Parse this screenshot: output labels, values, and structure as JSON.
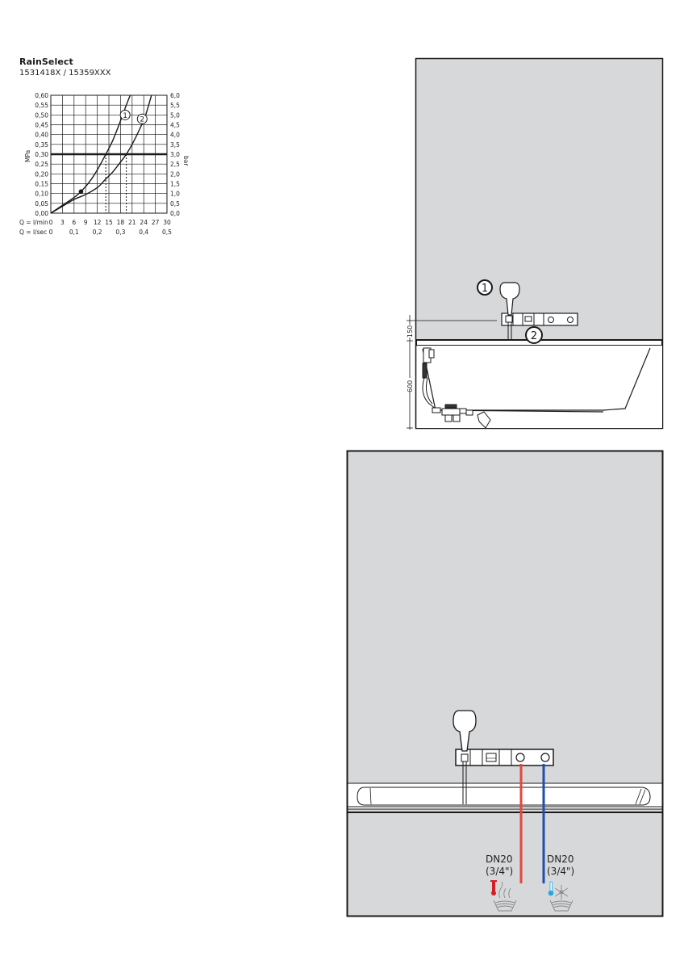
{
  "header": {
    "title": "RainSelect",
    "subtitle": "1531418X / 15359XXX"
  },
  "chart_data": {
    "type": "line",
    "title": "RainSelect 1531418X / 15359XXX",
    "xlabel": "Q = l/min",
    "xlabel_secondary": "Q = l/sec",
    "ylabel": "MPa",
    "ylabel_secondary": "bar",
    "xlim": [
      0,
      30
    ],
    "ylim": [
      0,
      0.6
    ],
    "x_ticks": [
      "0",
      "3",
      "6",
      "9",
      "12",
      "15",
      "18",
      "21",
      "24",
      "27",
      "30"
    ],
    "x_ticks_secondary": [
      "0",
      "0,1",
      "0,2",
      "0,3",
      "0,4",
      "0,5"
    ],
    "y_ticks": [
      "0,00",
      "0,05",
      "0,10",
      "0,15",
      "0,20",
      "0,25",
      "0,30",
      "0,35",
      "0,40",
      "0,45",
      "0,50",
      "0,55",
      "0,60"
    ],
    "y_ticks_secondary": [
      "0,0",
      "0,5",
      "1,0",
      "1,5",
      "2,0",
      "2,5",
      "3,0",
      "3,5",
      "4,0",
      "4,5",
      "5,0",
      "5,5",
      "6,0"
    ],
    "grid": true,
    "reference_line": {
      "y": 0.3,
      "label": "0,30 MPa / 3,0 bar"
    },
    "series": [
      {
        "name": "1",
        "x": [
          0,
          3,
          6,
          7.8,
          10,
          12,
          14.2,
          16,
          18,
          19.5,
          20.5
        ],
        "y": [
          0,
          0.04,
          0.08,
          0.11,
          0.16,
          0.22,
          0.3,
          0.37,
          0.47,
          0.55,
          0.6
        ]
      },
      {
        "name": "2",
        "x": [
          0,
          3,
          6,
          9,
          12,
          14,
          16,
          18,
          19.5,
          21,
          23,
          24.5,
          26
        ],
        "y": [
          0,
          0.035,
          0.07,
          0.095,
          0.13,
          0.17,
          0.21,
          0.26,
          0.3,
          0.35,
          0.43,
          0.5,
          0.6
        ]
      }
    ],
    "markers": [
      {
        "series": "1",
        "x": 7.8,
        "y": 0.11
      }
    ],
    "dashed_verticals": [
      14.2,
      19.5
    ]
  },
  "installation_side": {
    "callouts": [
      "1",
      "2"
    ],
    "dimensions": {
      "upper": "150",
      "lower": "600"
    }
  },
  "installation_front": {
    "hot_supply": {
      "label_line1": "DN20",
      "label_line2": "(3/4\")",
      "color": "#e8453c",
      "icon": "thermometer-hot-icon"
    },
    "cold_supply": {
      "label_line1": "DN20",
      "label_line2": "(3/4\")",
      "color": "#1f4fa8",
      "icon": "thermometer-cold-icon"
    }
  },
  "colors": {
    "wall": "#d7d8da",
    "line": "#1a1a1a",
    "hot": "#e8453c",
    "cold": "#1f4fa8",
    "cold_icon": "#2aa7e0",
    "hot_icon": "#d41f26"
  }
}
